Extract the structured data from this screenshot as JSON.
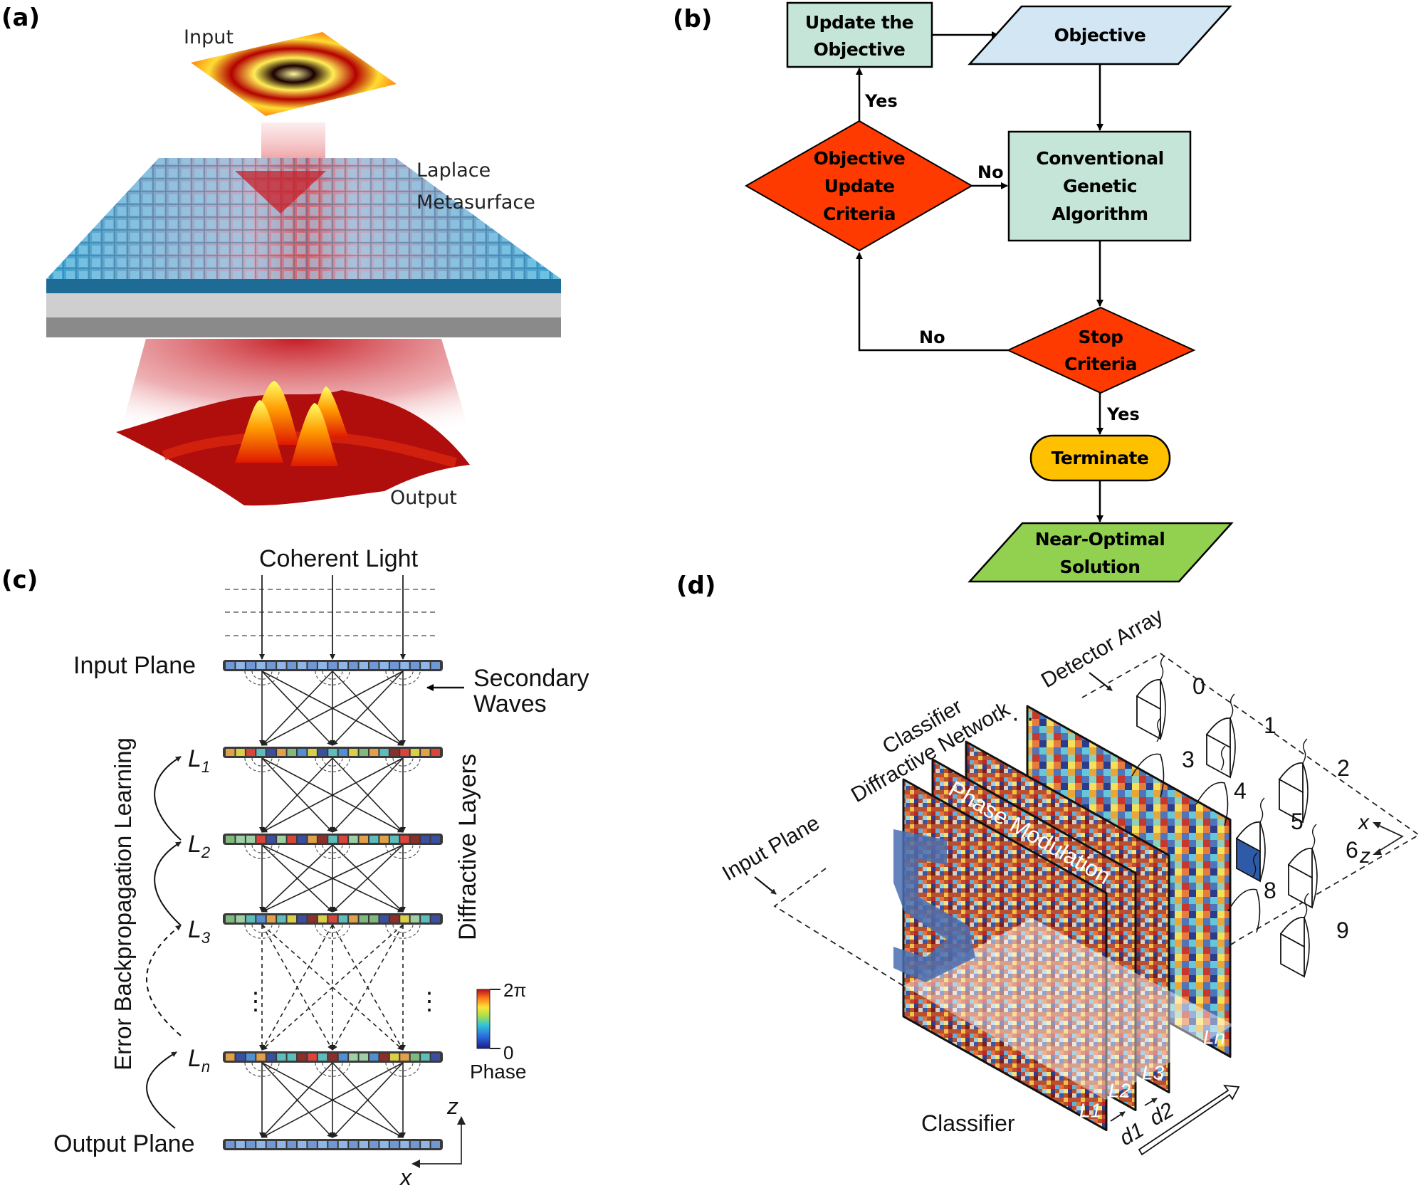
{
  "figure": {
    "panels": {
      "a": {
        "label": "(a)",
        "input_label": "Input",
        "metasurface_label_line1": "Laplace",
        "metasurface_label_line2": "Metasurface",
        "output_label": "Output",
        "colors": {
          "meta_atom": "#3fa7d6",
          "beam": "#d9262b",
          "substrate": "#8c8c8c"
        }
      },
      "b": {
        "label": "(b)",
        "nodes": {
          "update_objective": {
            "line1": "Update the",
            "line2": "Objective",
            "shape": "rectangle",
            "color": "#c5e5d9"
          },
          "objective": {
            "line1": "Objective",
            "shape": "parallelogram",
            "color": "#d2e6f3"
          },
          "objective_update_criteria": {
            "line1": "Objective",
            "line2": "Update",
            "line3": "Criteria",
            "shape": "diamond",
            "color": "#ff3a00"
          },
          "conventional_ga": {
            "line1": "Conventional",
            "line2": "Genetic",
            "line3": "Algorithm",
            "shape": "rectangle",
            "color": "#c5e5d9"
          },
          "stop_criteria": {
            "line1": "Stop",
            "line2": "Criteria",
            "shape": "diamond",
            "color": "#ff3a00"
          },
          "terminate": {
            "line1": "Terminate",
            "shape": "rounded",
            "color": "#ffc000"
          },
          "near_optimal": {
            "line1": "Near-Optimal",
            "line2": "Solution",
            "shape": "parallelogram",
            "color": "#92d050"
          }
        },
        "edges": {
          "yes_update": "Yes",
          "no_to_ga": "No",
          "no_loop": "No",
          "yes_terminate": "Yes"
        }
      },
      "c": {
        "label": "(c)",
        "coherent_light": "Coherent Light",
        "input_plane": "Input Plane",
        "output_plane": "Output Plane",
        "secondary_line1": "Secondary",
        "secondary_line2": "Waves",
        "diffractive_layers": "Diffractive Layers",
        "error_backprop": "Error Backpropagation Learning",
        "layers": [
          {
            "name": "L",
            "sub": "1"
          },
          {
            "name": "L",
            "sub": "2"
          },
          {
            "name": "L",
            "sub": "3"
          },
          {
            "name": "L",
            "sub": "n"
          }
        ],
        "colorbar": {
          "max": "2π",
          "min": "0",
          "title": "Phase"
        },
        "axes": {
          "z": "z",
          "x": "x"
        },
        "ellipsis": "⋮"
      },
      "d": {
        "label": "(d)",
        "input_plane": "Input Plane",
        "classifier_line1": "Classifier",
        "classifier_line2": "Diffractive Network",
        "detector_array": "Detector Array",
        "phase_modulation": "Phase Modulation",
        "classifier": "Classifier",
        "layers": [
          "L1",
          "L2",
          "L3",
          "Ln"
        ],
        "spacings": [
          "d1",
          "d2"
        ],
        "detectors": [
          "0",
          "1",
          "2",
          "3",
          "4",
          "5",
          "6",
          "8",
          "9"
        ],
        "active_detector": "5",
        "axes": {
          "x": "x",
          "z": "z"
        },
        "ellipsis": "· · ·"
      }
    }
  }
}
